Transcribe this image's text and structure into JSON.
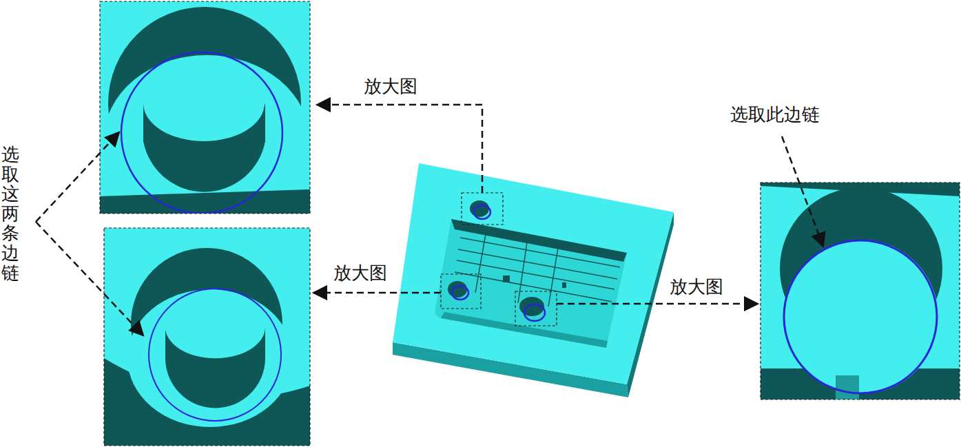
{
  "diagram": {
    "labels": [
      "放大图",
      "放大图",
      "放大图",
      "选取这两条边链",
      "选取此边链"
    ]
  }
}
